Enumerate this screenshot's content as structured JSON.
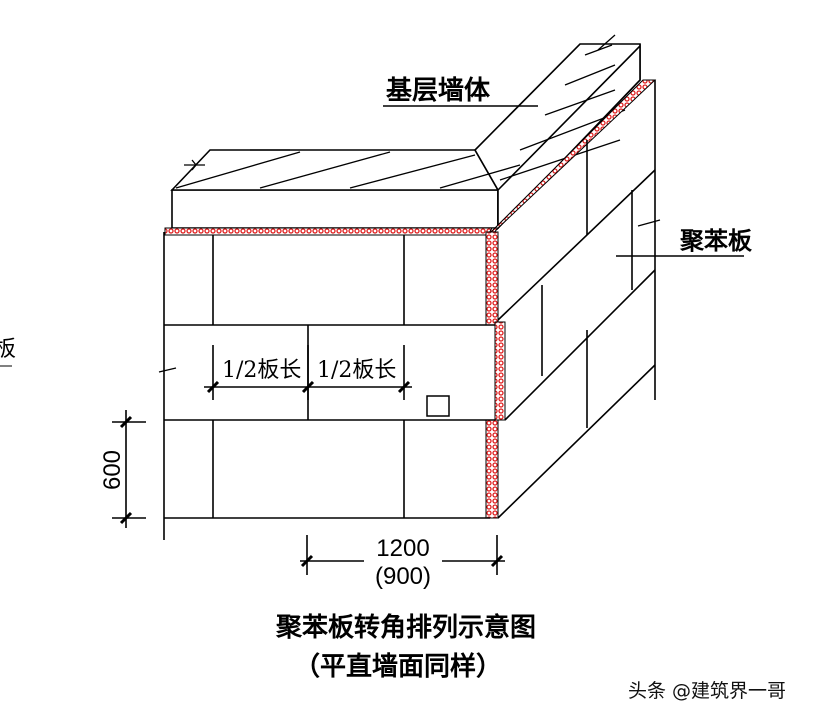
{
  "diagram": {
    "title": "聚苯板转角排列示意图",
    "subtitle": "（平直墙面同样）",
    "labels": {
      "base_wall": "基层墙体",
      "eps_board": "聚苯板",
      "half_board_left": "1/2板长",
      "half_board_right": "1/2板长"
    },
    "dimensions": {
      "height": "600",
      "width": "1200",
      "width_alt": "(900)"
    },
    "colors": {
      "line": "#000000",
      "insulation_hatch": "#e02020"
    }
  },
  "watermark": "头条 @建筑界一哥",
  "partial_left_label": "板"
}
